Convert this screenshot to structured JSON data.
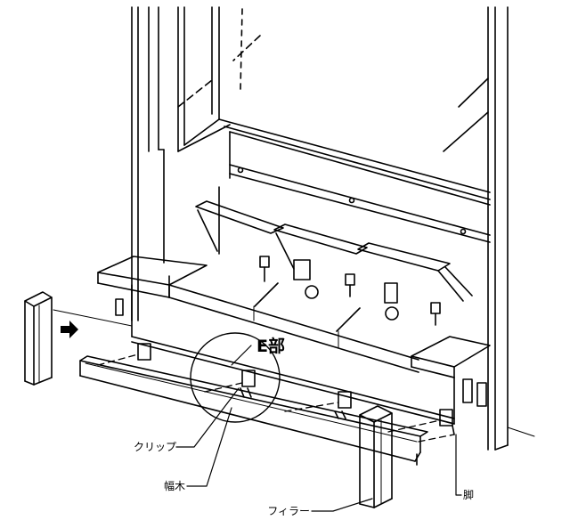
{
  "labels": {
    "detail_e": "E部",
    "clip": "クリップ",
    "baseboard": "幅木",
    "filler": "フィラー",
    "leg": "脚"
  }
}
